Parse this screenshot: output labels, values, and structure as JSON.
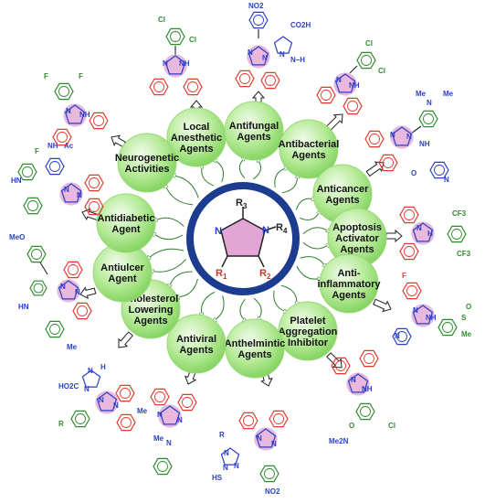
{
  "colors": {
    "ring_border": "#1c3d8f",
    "node_fill": "#8ed96a",
    "node_fill_light": "#e2f7d6",
    "node_stroke": "#6cbf4a",
    "arrow": "#2f7d2f",
    "imidazole_fill": "#e2a6d6",
    "structure_red": "#e23b2e",
    "structure_blue": "#2a3fc4",
    "structure_green": "#2e8b2e",
    "structure_black": "#222222"
  },
  "center": {
    "atoms": {
      "r3": "R",
      "r3_sub": "3",
      "n_left": "N",
      "n_right": "N",
      "r4": "R",
      "r4_sub": "4",
      "r1": "R",
      "r1_sub": "1",
      "r2": "R",
      "r2_sub": "2"
    }
  },
  "nodes": [
    {
      "lines": [
        "Local",
        "Anesthetic",
        "Agents"
      ]
    },
    {
      "lines": [
        "Antifungal",
        "Agents"
      ]
    },
    {
      "lines": [
        "Antibacterial",
        "Agents"
      ]
    },
    {
      "lines": [
        "Anticancer",
        "Agents"
      ]
    },
    {
      "lines": [
        "Apoptosis",
        "Activator",
        "Agents"
      ]
    },
    {
      "lines": [
        "Anti-",
        "inflammatory",
        "Agents"
      ]
    },
    {
      "lines": [
        "Platelet",
        "Aggregation",
        "Inhibitor"
      ]
    },
    {
      "lines": [
        "Anthelmintic",
        "Agents"
      ]
    },
    {
      "lines": [
        "Antiviral",
        "Agents"
      ]
    },
    {
      "lines": [
        "Cholesterol",
        "Lowering",
        "Agents"
      ]
    },
    {
      "lines": [
        "Antiulcer",
        "Agent"
      ]
    },
    {
      "lines": [
        "Antidiabetic",
        "Agent"
      ]
    },
    {
      "lines": [
        "Neurogenetic",
        "Activities"
      ]
    }
  ],
  "structure_labels": {
    "s_local_cl1": "Cl",
    "s_local_cl2": "Cl",
    "s_local_n": "N",
    "s_local_nh": "NH",
    "s_fung_no2": "NO2",
    "s_fung_co2h": "CO2H",
    "s_fung_n1": "N",
    "s_fung_n2": "N",
    "s_fung_n3": "N",
    "s_fung_nh": "N–H",
    "s_bact_cl1": "Cl",
    "s_bact_cl2": "Cl",
    "s_bact_n": "N",
    "s_bact_nh": "NH",
    "s_canc_nme2": "N",
    "s_canc_me1": "Me",
    "s_canc_me2": "Me",
    "s_canc_n": "N",
    "s_canc_nnh": "N",
    "s_canc_nh": "NH",
    "s_canc_o": "O",
    "s_canc_pyn": "N",
    "s_apop_cf3a": "CF3",
    "s_apop_cf3b": "CF3",
    "s_apop_n": "N",
    "s_apop_nh": "H",
    "s_infl_f": "F",
    "s_infl_n": "N",
    "s_infl_nh": "NH",
    "s_infl_pyn": "N",
    "s_infl_s": "S",
    "s_infl_o": "O",
    "s_infl_me": "Me",
    "s_plat_n": "N",
    "s_plat_nh": "NH",
    "s_plat_o": "O",
    "s_plat_nme2": "Me2N",
    "s_plat_cl": "Cl",
    "s_anth_n": "N",
    "s_anth_n2": "N",
    "s_anth_r": "R",
    "s_anth_hs": "HS",
    "s_anth_trz1": "N",
    "s_anth_trz2": "N",
    "s_anth_trz3": "N",
    "s_anth_no2": "NO2",
    "s_vir_me": "Me",
    "s_vir_n": "N",
    "s_vir_n2": "N",
    "s_vir_nme": "N",
    "s_vir_me2": "Me",
    "s_chol_co2h": "HO2C",
    "s_chol_nh": "H",
    "s_chol_n1": "N",
    "s_chol_n2": "N",
    "s_chol_n3": "N",
    "s_chol_n4": "N",
    "s_chol_r": "R",
    "s_ulc_meo": "MeO",
    "s_ulc_hn": "HN",
    "s_ulc_n": "N",
    "s_ulc_n2": "N",
    "s_ulc_me": "Me",
    "s_diab_f": "F",
    "s_diab_hn": "HN",
    "s_diab_nh": "NH",
    "s_diab_ac": "Ac",
    "s_diab_n": "N",
    "s_diab_n2": "N",
    "s_neur_f1": "F",
    "s_neur_f2": "F",
    "s_neur_nh": "NH",
    "s_neur_n": "N"
  }
}
